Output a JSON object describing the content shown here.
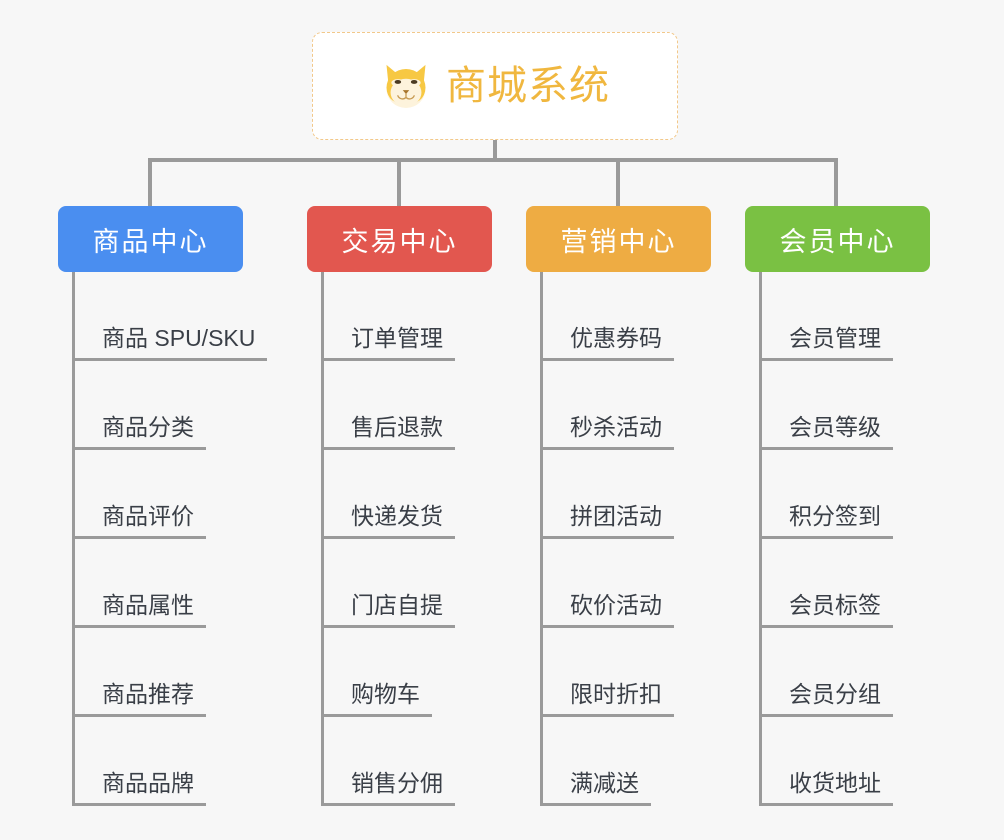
{
  "background_color": "#f7f7f7",
  "root": {
    "title": "商城系统",
    "icon": "shiba-dog-face-icon",
    "text_color": "#f0b73f",
    "border_color": "#f2c88a",
    "background_color": "#ffffff"
  },
  "connector_color": "#9a9a9a",
  "categories": [
    {
      "label": "商品中心",
      "color": "#4a8ef0",
      "items": [
        "商品 SPU/SKU",
        "商品分类",
        "商品评价",
        "商品属性",
        "商品推荐",
        "商品品牌"
      ]
    },
    {
      "label": "交易中心",
      "color": "#e2574f",
      "items": [
        "订单管理",
        "售后退款",
        "快递发货",
        "门店自提",
        "购物车",
        "销售分佣"
      ]
    },
    {
      "label": "营销中心",
      "color": "#eeac43",
      "items": [
        "优惠券码",
        "秒杀活动",
        "拼团活动",
        "砍价活动",
        "限时折扣",
        "满减送"
      ]
    },
    {
      "label": "会员中心",
      "color": "#7ac143",
      "items": [
        "会员管理",
        "会员等级",
        "积分签到",
        "会员标签",
        "会员分组",
        "收货地址"
      ]
    }
  ]
}
